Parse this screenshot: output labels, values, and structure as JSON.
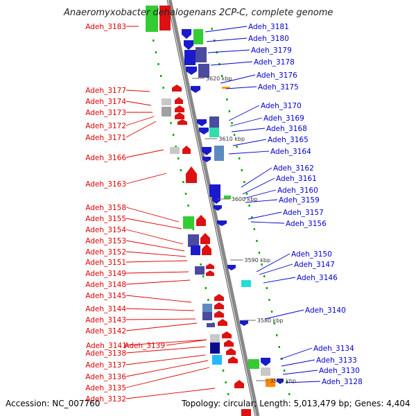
{
  "title": "Anaeromyxobacter dehalogenans 2CP-C, complete genome",
  "accession": "Accession: NC_007760",
  "topology": "Topology: circular; Length: 5,013,479 bp; Genes: 4,404",
  "colors": {
    "left_label": "#dd0000",
    "right_label": "#0000cc",
    "axis": "#888888",
    "dot": "#00aa00"
  },
  "scale_marks": [
    "3620 kbp",
    "3610 kbp",
    "3600 kbp",
    "3590 kbp",
    "3580 kbp",
    "3570 kbp"
  ],
  "left_labels": [
    "Adeh_3183",
    "Adeh_3177",
    "Adeh_3174",
    "Adeh_3173",
    "Adeh_3172",
    "Adeh_3171",
    "Adeh_3166",
    "Adeh_3163",
    "Adeh_3158",
    "Adeh_3155",
    "Adeh_3154",
    "Adeh_3153",
    "Adeh_3152",
    "Adeh_3151",
    "Adeh_3149",
    "Adeh_3148",
    "Adeh_3145",
    "Adeh_3144",
    "Adeh_3143",
    "Adeh_3142",
    "Adeh_3141",
    "Adeh_3139",
    "Adeh_3138",
    "Adeh_3137",
    "Adeh_3136",
    "Adeh_3135",
    "Adeh_3132"
  ],
  "right_labels": [
    "Adeh_3181",
    "Adeh_3180",
    "Adeh_3179",
    "Adeh_3178",
    "Adeh_3176",
    "Adeh_3175",
    "Adeh_3170",
    "Adeh_3169",
    "Adeh_3168",
    "Adeh_3165",
    "Adeh_3164",
    "Adeh_3162",
    "Adeh_3161",
    "Adeh_3160",
    "Adeh_3159",
    "Adeh_3157",
    "Adeh_3156",
    "Adeh_3150",
    "Adeh_3147",
    "Adeh_3146",
    "Adeh_3140",
    "Adeh_3134",
    "Adeh_3133",
    "Adeh_3130",
    "Adeh_3128"
  ]
}
